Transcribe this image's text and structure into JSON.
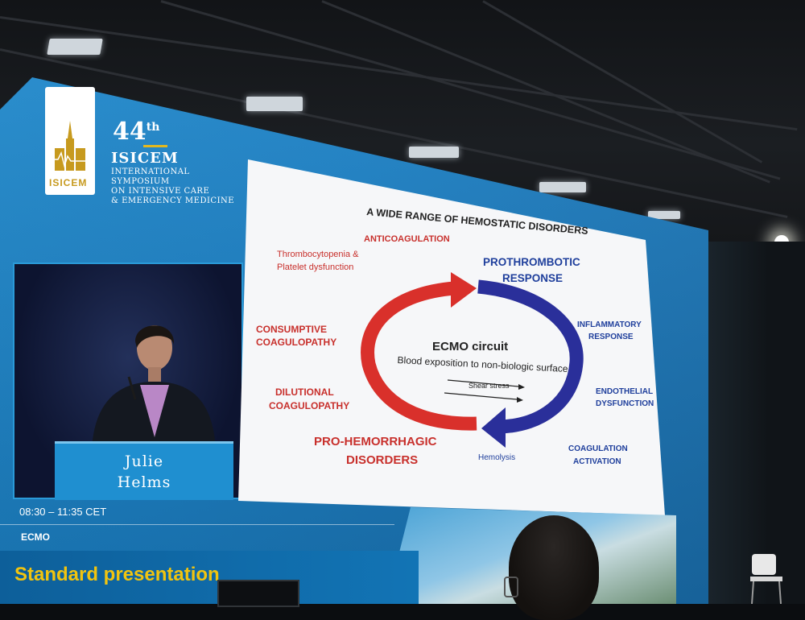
{
  "logo": {
    "text": "ISICEM",
    "icon": "cathedral-icon",
    "color": "#c79a1e"
  },
  "symposium": {
    "edition_number": "44",
    "edition_suffix": "th",
    "name": "ISICEM",
    "lines": [
      "INTERNATIONAL",
      "SYMPOSIUM",
      "ON INTENSIVE CARE",
      "& EMERGENCY MEDICINE"
    ]
  },
  "speaker": {
    "first_name": "Julie",
    "last_name": "Helms"
  },
  "slide": {
    "title": "A WIDE RANGE OF HEMOSTATIC DISORDERS",
    "center_title": "ECMO circuit",
    "center_subtitle": "Blood exposition to non-biologic surface",
    "shear_stress": "Shear stress",
    "red_color": "#c8302c",
    "blue_color": "#1f3f9c",
    "anticoagulation": "ANTICOAGULATION",
    "thrombocytopenia": [
      "Thrombocytopenia &",
      "Platelet dysfunction"
    ],
    "consumptive": [
      "CONSUMPTIVE",
      "COAGULOPATHY"
    ],
    "dilutional": [
      "DILUTIONAL",
      "COAGULOPATHY"
    ],
    "pro_hemorrhagic": [
      "PRO-HEMORRHAGIC",
      "DISORDERS"
    ],
    "hemolysis": "Hemolysis",
    "prothrombotic": [
      "PROTHROMBOTIC",
      "RESPONSE"
    ],
    "inflammatory": [
      "INFLAMMATORY",
      "RESPONSE"
    ],
    "endothelial": [
      "ENDOTHELIAL",
      "DYSFUNCTION"
    ],
    "coagulation": [
      "COAGULATION",
      "ACTIVATION"
    ]
  },
  "session": {
    "time": "08:30 – 11:35 CET",
    "topic": "ECMO",
    "type": "Standard presentation",
    "type_color": "#f1c40f"
  }
}
